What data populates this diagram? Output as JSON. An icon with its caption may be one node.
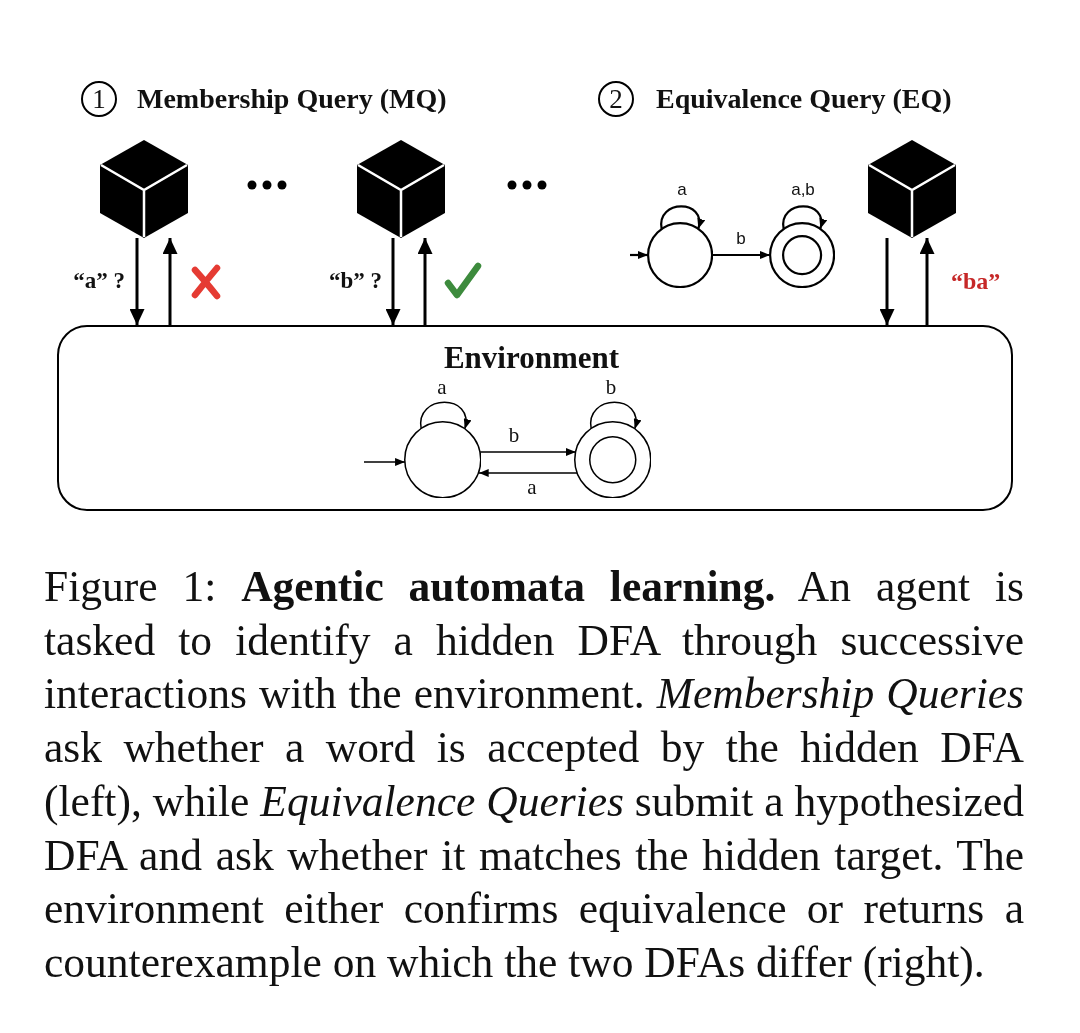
{
  "diagram": {
    "caption": "Figure 1: **Agentic automata learning.** An agent is tasked to identify a hidden DFA through successive interactions with the environment. *Membership Queries* ask whether a word is accepted by the hidden DFA (left), while *Equivalence Queries* submit a hypothesized DFA and ask whether it matches the hidden target. The environment either confirms equivalence or returns a counterexample on which the two DFAs differ (right).",
    "nodes": [
      {
        "text": [
          "1"
        ],
        "beside": [
          "Membership Query (MQ)"
        ]
      },
      {
        "text": [
          "2"
        ],
        "beside": [
          "Equivalence Query (EQ)"
        ]
      },
      {
        "text": [],
        "shape": "cube"
      },
      {
        "text": [],
        "shape": "cube"
      },
      {
        "text": [],
        "shape": "circle"
      },
      {
        "text": [],
        "shape": "circle"
      },
      {
        "text": [],
        "shape": "cube"
      },
      {
        "text": [
          "Environment"
        ]
      },
      {
        "text": [],
        "shape": "circle",
        "in": 7
      },
      {
        "text": [],
        "shape": "circle",
        "in": 7
      }
    ],
    "edges": [
      {
        "from": 2,
        "to": 7,
        "arrow": "to",
        "label": "“a” ?"
      },
      {
        "from": 7,
        "to": 2,
        "arrow": "to"
      },
      {
        "from": 3,
        "to": 7,
        "arrow": "to",
        "label": "“b” ?"
      },
      {
        "from": 7,
        "to": 3,
        "arrow": "to"
      },
      {
        "from": null,
        "to": 4,
        "arrow": "to"
      },
      {
        "from": 4,
        "to": 4,
        "arrow": "to",
        "label": "a"
      },
      {
        "from": 4,
        "to": 5,
        "arrow": "to",
        "label": "b"
      },
      {
        "from": 5,
        "to": 5,
        "arrow": "to",
        "label": "a,b"
      },
      {
        "from": 6,
        "to": 7,
        "arrow": "to"
      },
      {
        "from": 7,
        "to": 6,
        "arrow": "to",
        "label": "“ba”"
      },
      {
        "from": null,
        "to": 8,
        "arrow": "to"
      },
      {
        "from": 8,
        "to": 8,
        "arrow": "to",
        "label": "a"
      },
      {
        "from": 8,
        "to": 9,
        "arrow": "to",
        "label": "b"
      },
      {
        "from": 9,
        "to": 8,
        "arrow": "to",
        "label": "a"
      },
      {
        "from": 9,
        "to": 9,
        "arrow": "to",
        "label": "b"
      }
    ]
  }
}
